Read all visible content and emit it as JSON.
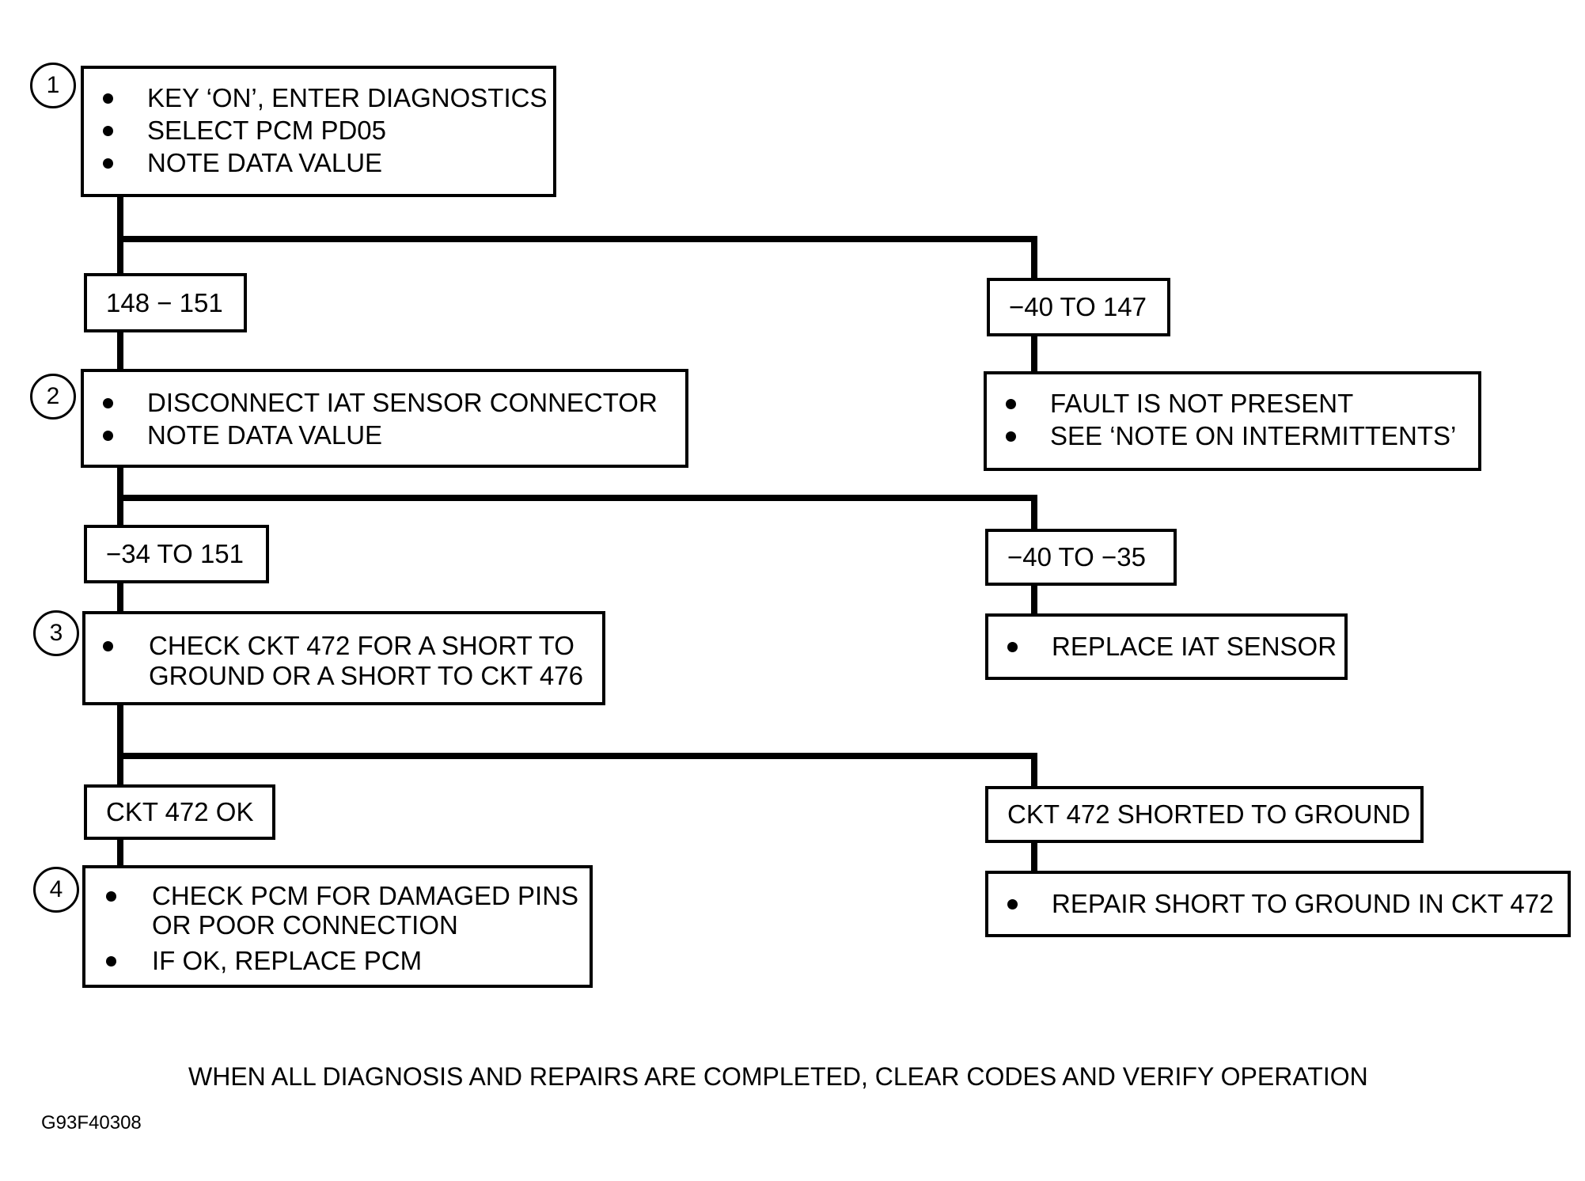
{
  "steps": [
    {
      "number": "1",
      "items": [
        "KEY ‘ON’, ENTER DIAGNOSTICS",
        "SELECT PCM PD05",
        "NOTE DATA VALUE"
      ]
    },
    {
      "number": "2",
      "items": [
        "DISCONNECT IAT SENSOR CONNECTOR",
        "NOTE DATA VALUE"
      ]
    },
    {
      "number": "3",
      "items": [
        "CHECK CKT 472 FOR A SHORT TO",
        "GROUND OR A SHORT TO CKT 476"
      ]
    },
    {
      "number": "4",
      "items": [
        "CHECK PCM FOR DAMAGED PINS",
        "OR POOR CONNECTION",
        "IF OK,  REPLACE PCM"
      ]
    }
  ],
  "results": {
    "step1_left": "148 − 151",
    "step1_right": "−40 TO 147",
    "step2_left": "−34 TO 151",
    "step2_right": "−40 TO −35",
    "step3_left": "CKT 472 OK",
    "step3_right": "CKT 472 SHORTED TO GROUND"
  },
  "outcomes": {
    "fault_not_present": [
      "FAULT IS NOT PRESENT",
      "SEE ‘NOTE ON INTERMITTENTS’"
    ],
    "replace_iat": [
      "REPLACE IAT SENSOR"
    ],
    "repair_short": [
      "REPAIR SHORT TO GROUND IN CKT 472"
    ]
  },
  "footer": "WHEN ALL DIAGNOSIS AND REPAIRS ARE COMPLETED, CLEAR CODES AND VERIFY OPERATION",
  "figure_id": "G93F40308"
}
